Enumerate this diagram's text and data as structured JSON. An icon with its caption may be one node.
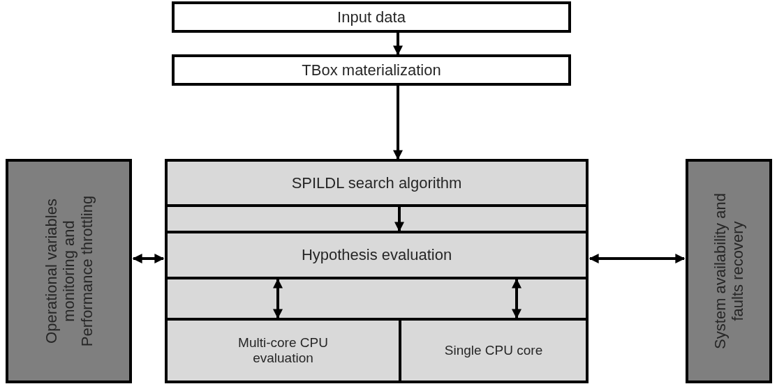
{
  "diagram": {
    "nodes": [
      {
        "text": [
          "Input data"
        ]
      },
      {
        "text": [
          "TBox materialization"
        ]
      },
      {
        "text": [],
        "shape": "box"
      },
      {
        "text": [
          "SPILDL search algorithm"
        ],
        "in": 2
      },
      {
        "text": [
          "Hypothesis evaluation"
        ],
        "in": 2
      },
      {
        "text": [
          "Multi-core CPU evaluation"
        ],
        "in": 2
      },
      {
        "text": [
          "Single CPU core"
        ],
        "in": 2
      },
      {
        "text": [
          "Operational variables monitoring and Performance throttling"
        ]
      },
      {
        "text": [
          "System availability and faults recovery"
        ]
      }
    ],
    "edges": [
      {
        "from": 0,
        "to": 1,
        "arrow": "to"
      },
      {
        "from": 1,
        "to": 3,
        "arrow": "to"
      },
      {
        "from": 3,
        "to": 4,
        "arrow": "to"
      },
      {
        "from": 4,
        "to": 5,
        "arrow": "both"
      },
      {
        "from": 4,
        "to": 6,
        "arrow": "both"
      },
      {
        "from": 7,
        "to": 2,
        "arrow": "both"
      },
      {
        "from": 2,
        "to": 8,
        "arrow": "both"
      }
    ]
  }
}
